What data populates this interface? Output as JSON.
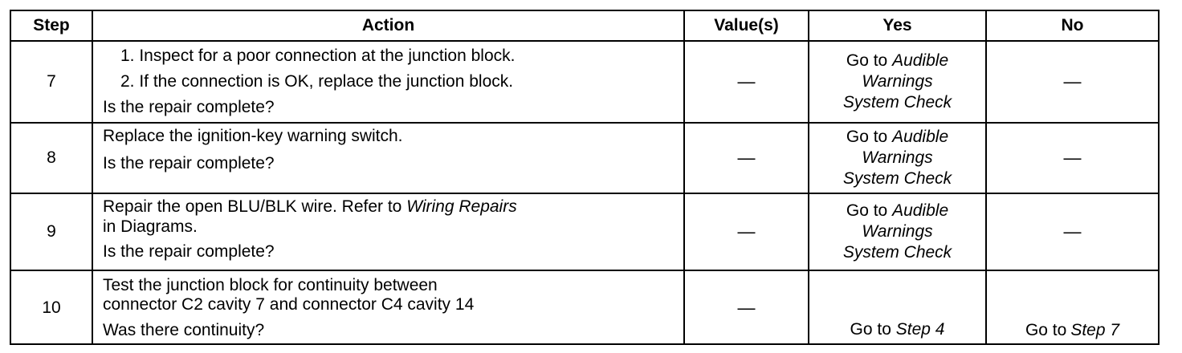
{
  "headers": {
    "step": "Step",
    "action": "Action",
    "values": "Value(s)",
    "yes": "Yes",
    "no": "No"
  },
  "rows": [
    {
      "step": "7",
      "action_lines": [
        "1.  Inspect for a poor connection at the junction block.",
        "2.  If the connection is OK, replace the junction block.",
        "Is the repair complete?"
      ],
      "value": "—",
      "yes": {
        "prefix": "Go to ",
        "ital1": "Audible",
        "ital2": "Warnings",
        "ital3": "System Check"
      },
      "no": "—"
    },
    {
      "step": "8",
      "action_lines": [
        "Replace the ignition-key warning switch.",
        "Is the repair complete?"
      ],
      "value": "—",
      "yes": {
        "prefix": "Go to ",
        "ital1": "Audible",
        "ital2": "Warnings",
        "ital3": "System Check"
      },
      "no": "—"
    },
    {
      "step": "9",
      "action_lines": {
        "a": "Repair the open BLU/BLK wire. Refer to ",
        "a_ital": "Wiring Repairs",
        "b": "in Diagrams.",
        "c": "Is the repair complete?"
      },
      "value": "—",
      "yes": {
        "prefix": "Go to ",
        "ital1": "Audible",
        "ital2": "Warnings",
        "ital3": "System Check"
      },
      "no": "—"
    },
    {
      "step": "10",
      "action_lines": [
        "Test the junction block for continuity between",
        "connector C2 cavity 7 and connector C4 cavity 14",
        "Was there continuity?"
      ],
      "value": "—",
      "yes": {
        "prefix": "Go to ",
        "ital": "Step 4"
      },
      "no": {
        "prefix": "Go to ",
        "ital": "Step 7"
      }
    }
  ]
}
